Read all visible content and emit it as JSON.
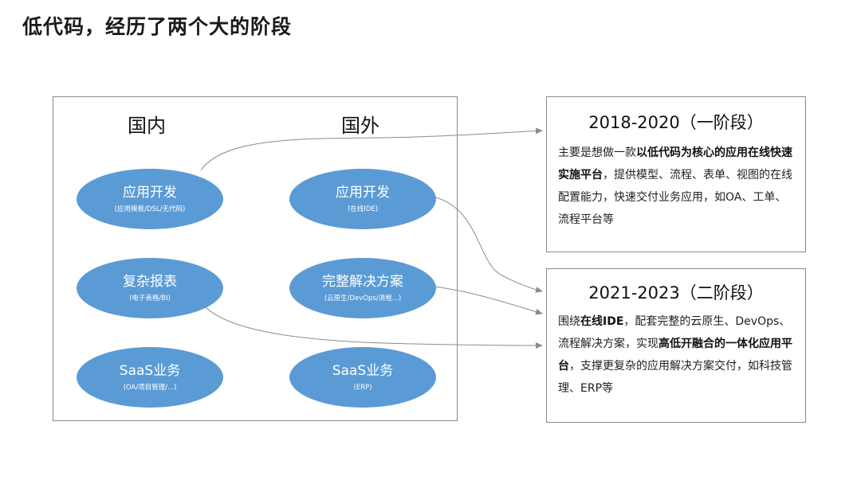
{
  "title": "低代码，经历了两个大的阶段",
  "domestic": {
    "heading": "国内",
    "items": [
      {
        "label": "应用开发",
        "sub": "(应用模板/DSL/无代码)"
      },
      {
        "label": "复杂报表",
        "sub": "(电子表格/BI)"
      },
      {
        "label": "SaaS业务",
        "sub": "(OA/项目管理/...)"
      }
    ]
  },
  "foreign": {
    "heading": "国外",
    "items": [
      {
        "label": "应用开发",
        "sub": "(在线IDE)"
      },
      {
        "label": "完整解决方案",
        "sub": "(云原生/DevOps/流程...)"
      },
      {
        "label": "SaaS业务",
        "sub": "(ERP)"
      }
    ]
  },
  "stage1": {
    "title": "2018-2020（一阶段）",
    "body_1": "主要是想做一款",
    "body_bold": "以低代码为核心的应用在线快速实施平台",
    "body_2": "，提供模型、流程、表单、视图的在线配置能力，快速交付业务应用，如OA、工单、流程平台等"
  },
  "stage2": {
    "title": "2021-2023（二阶段）",
    "body_1": "围绕",
    "body_bold_1": "在线IDE",
    "body_2": "，配套完整的云原生、DevOps、流程解决方案，实现",
    "body_bold_2": "高低开融合的一体化应用平台",
    "body_3": "，支撑更复杂的应用解决方案交付，如科技管理、ERP等"
  },
  "colors": {
    "ellipse_fill": "#5b9bd5",
    "border": "#8a8a8a",
    "connector": "#8c8c8c"
  }
}
